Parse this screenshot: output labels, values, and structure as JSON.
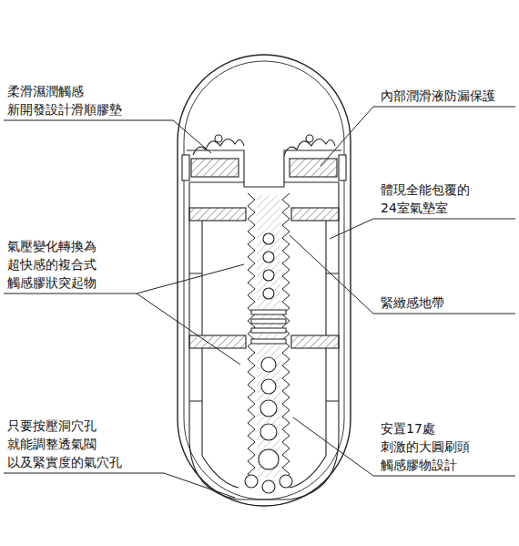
{
  "diagram": {
    "labels": [
      "柔滑濕潤觸感 新開發設計滑順膠墊",
      "內部潤滑液防漏保護",
      "體現全能包覆的 24室氣墊室",
      "氣壓變化轉換為 超快感的複合式 觸感膠狀突起物",
      "緊緻感地帶",
      "只要按壓洞穴孔 就能調整透氣閥 以及緊實度的氣穴孔",
      "安置17處 刺激的大圓刷頭 觸感膠物設計"
    ]
  }
}
